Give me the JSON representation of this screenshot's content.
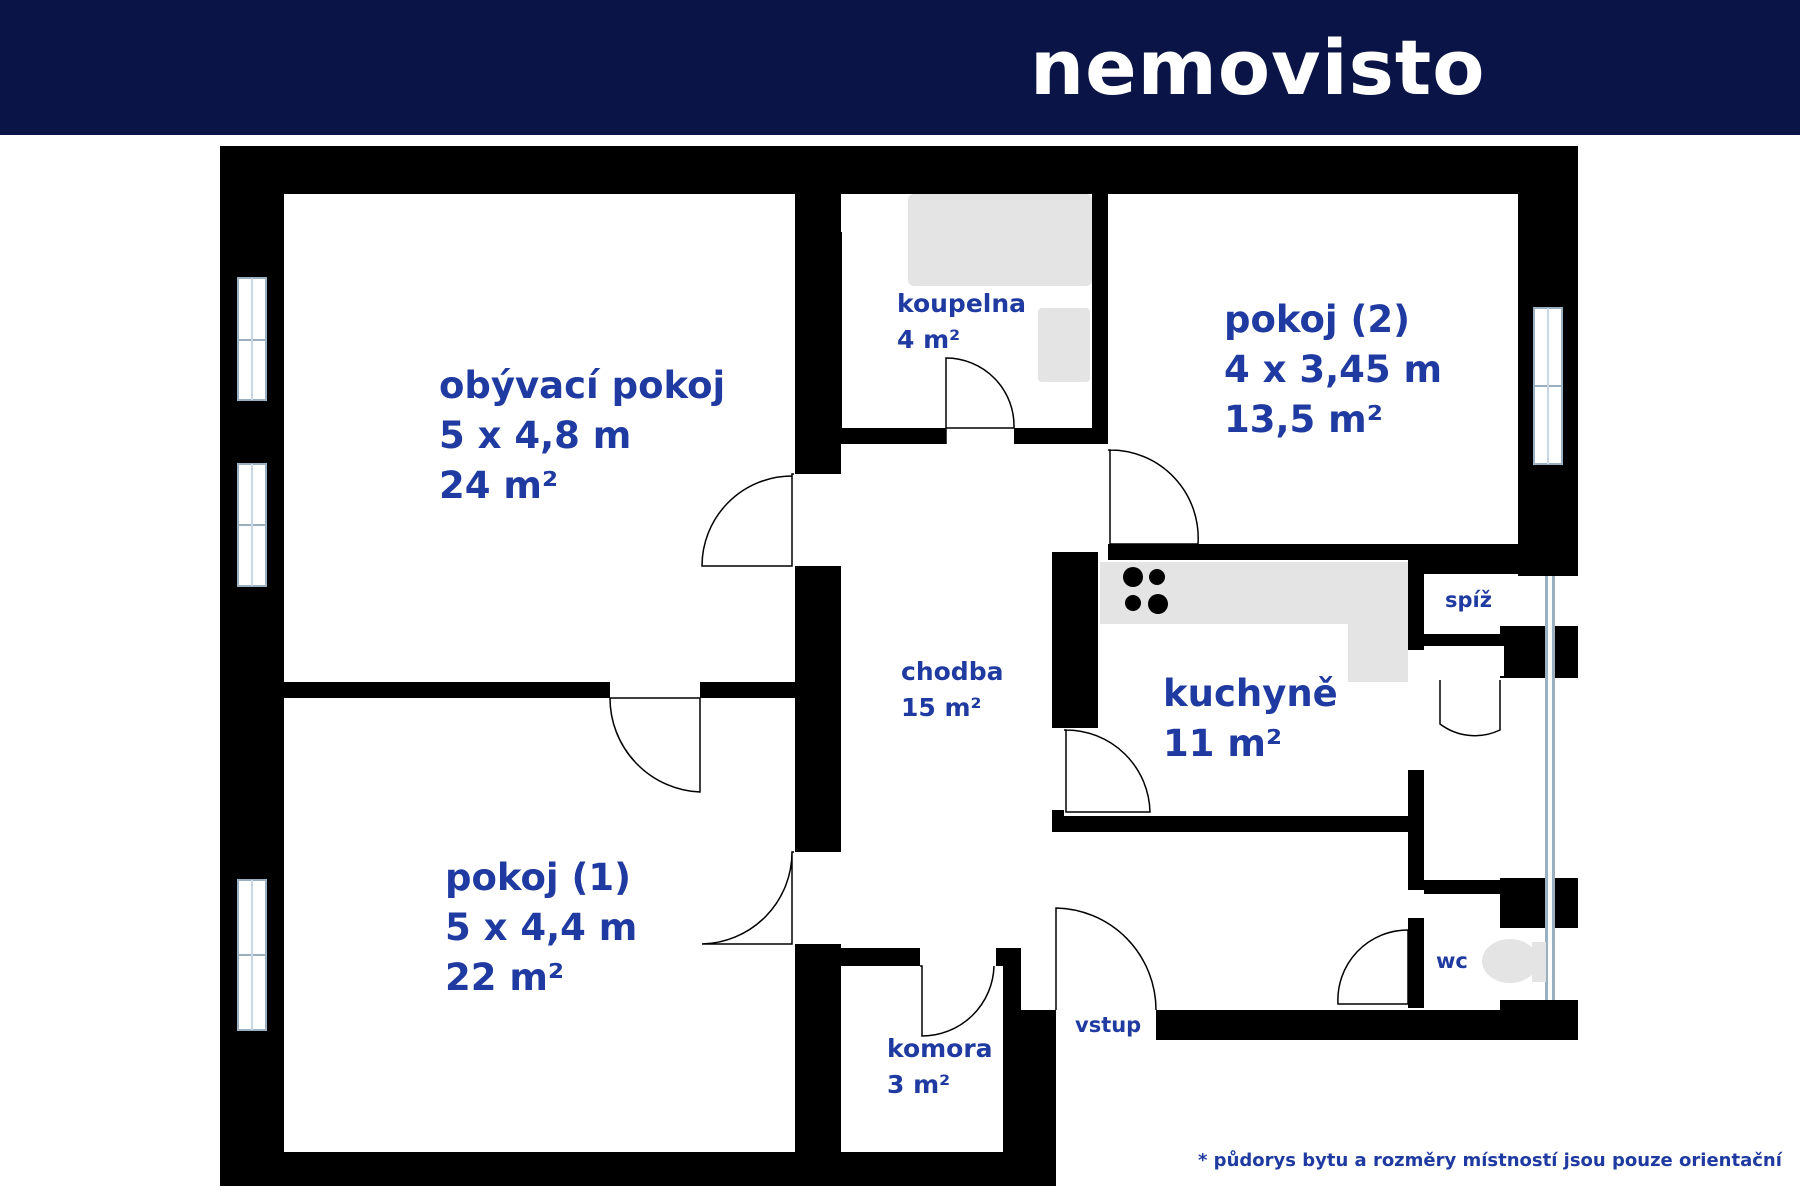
{
  "brand": {
    "name": "nemovisto",
    "header_color": "#0b1446",
    "text_color": "#1f3aa0"
  },
  "rooms": {
    "living": {
      "name": "obývací pokoj",
      "dims": "5 x 4,8 m",
      "area": "24 m²"
    },
    "room1": {
      "name": "pokoj (1)",
      "dims": "5 x 4,4 m",
      "area": "22 m²"
    },
    "room2": {
      "name": "pokoj (2)",
      "dims": "4 x 3,45 m",
      "area": "13,5 m²"
    },
    "bathroom": {
      "name": "koupelna",
      "area": "4 m²"
    },
    "hallway": {
      "name": "chodba",
      "area": "15 m²"
    },
    "kitchen": {
      "name": "kuchyně",
      "area": "11 m²"
    },
    "pantry": {
      "name": "spíž"
    },
    "wc": {
      "name": "wc"
    },
    "storage": {
      "name": "komora",
      "area": "3 m²"
    },
    "entrance": {
      "name": "vstup"
    }
  },
  "disclaimer": "* půdorys bytu a rozměry místností jsou pouze orientační"
}
